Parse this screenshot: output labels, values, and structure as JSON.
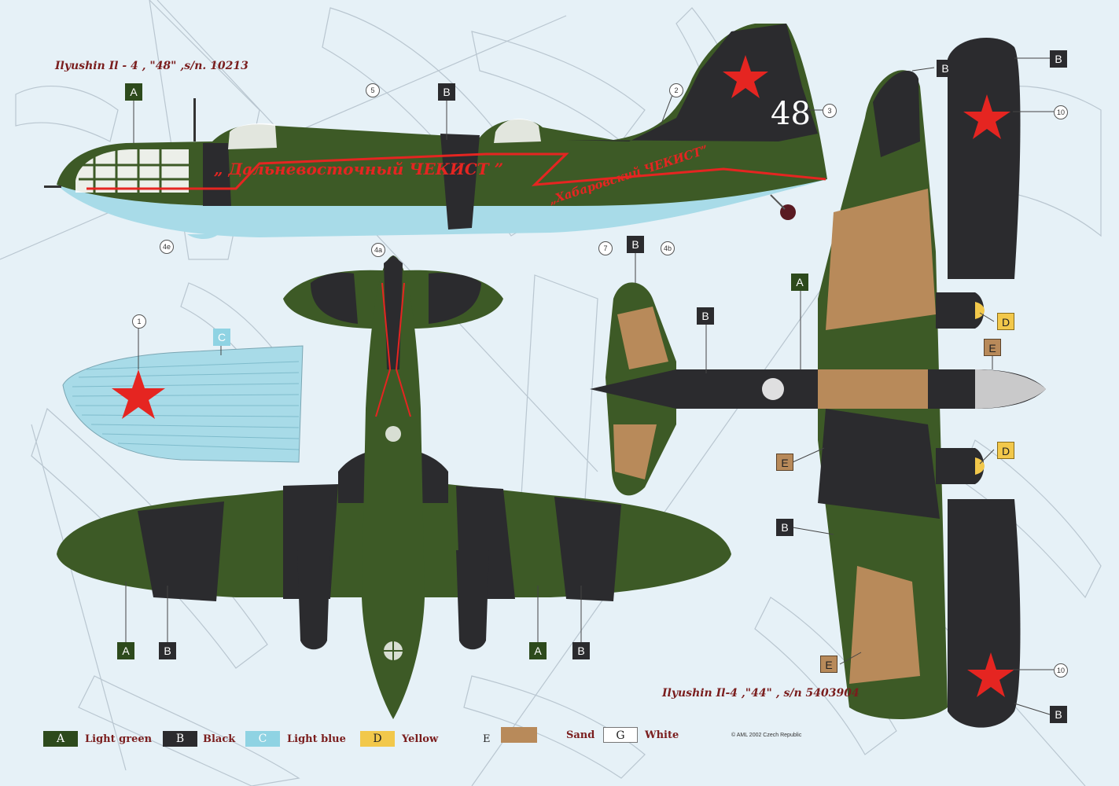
{
  "titles": {
    "top": "Ilyushin Il - 4 , \"48\" ,s/n. 10213",
    "bottom": "Ilyushin  Il-4 ,\"44\" , s/n 5403904"
  },
  "fuselage_inscriptions": {
    "main": "„ Дальневосточный  ЧЕКИСТ ”",
    "nose": "„Хабаровский ЧЕКИСТ”",
    "tail_number": "48"
  },
  "color_codes": {
    "A": "#2d4a1c",
    "B": "#2b2b2e",
    "C": "#8fd3e3",
    "D": "#f2c84b",
    "E": "#b88a5a",
    "G": "#ffffff",
    "star": "#e52521",
    "stripe": "#e52521"
  },
  "callout_letters": {
    "a": "A",
    "b": "B",
    "c": "C",
    "d": "D",
    "e": "E"
  },
  "reference_numbers": {
    "n1": "1",
    "n2": "2",
    "n3": "3",
    "n4a": "4a",
    "n4b": "4b",
    "n4e": "4e",
    "n5": "5",
    "n7": "7",
    "n10": "10"
  },
  "legend": [
    {
      "code": "A",
      "label": "Light green"
    },
    {
      "code": "B",
      "label": "Black"
    },
    {
      "code": "C",
      "label": "Light blue"
    },
    {
      "code": "D",
      "label": "Yellow"
    },
    {
      "code": "E",
      "label": "Sand"
    },
    {
      "code": "G",
      "label": "White"
    }
  ],
  "copyright": "© AML 2002  Czech Republic"
}
